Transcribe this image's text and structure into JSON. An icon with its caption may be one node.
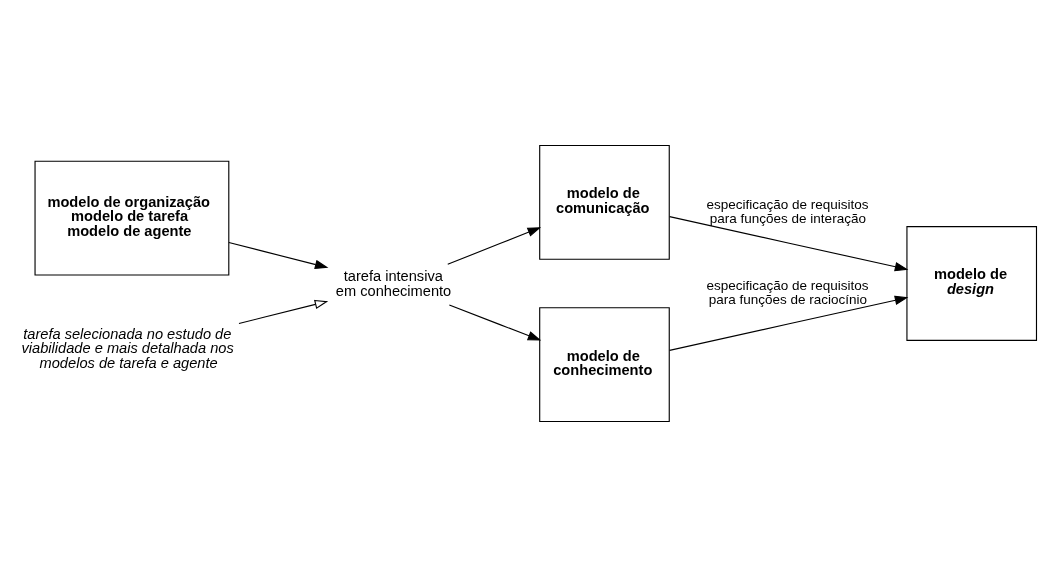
{
  "diagram": {
    "nodes": [
      {
        "text": [
          "modelo de organização",
          "modelo de tarefa",
          "modelo de agente"
        ]
      },
      {
        "text": [
          "tarefa intensiva em conhecimento"
        ]
      },
      {
        "text": [
          "tarefa selecionada no estudo de viabilidade e mais detalhada nos modelos de tarefa e agente"
        ]
      },
      {
        "text": [
          "modelo de comunicação"
        ]
      },
      {
        "text": [
          "modelo de conhecimento"
        ]
      },
      {
        "text": [
          "modelo de *design*"
        ]
      }
    ],
    "edges": [
      {
        "from": 0,
        "to": 1,
        "arrow": "to"
      },
      {
        "from": 2,
        "to": 1,
        "arrow": "to"
      },
      {
        "from": 1,
        "to": 3,
        "arrow": "to"
      },
      {
        "from": 1,
        "to": 4,
        "arrow": "to"
      },
      {
        "from": 3,
        "to": 5,
        "label": "especificação de requisitos para funções de interação",
        "arrow": "to"
      },
      {
        "from": 4,
        "to": 5,
        "label": "especificação de requisitos para funções de raciocínio",
        "arrow": "to"
      }
    ]
  }
}
